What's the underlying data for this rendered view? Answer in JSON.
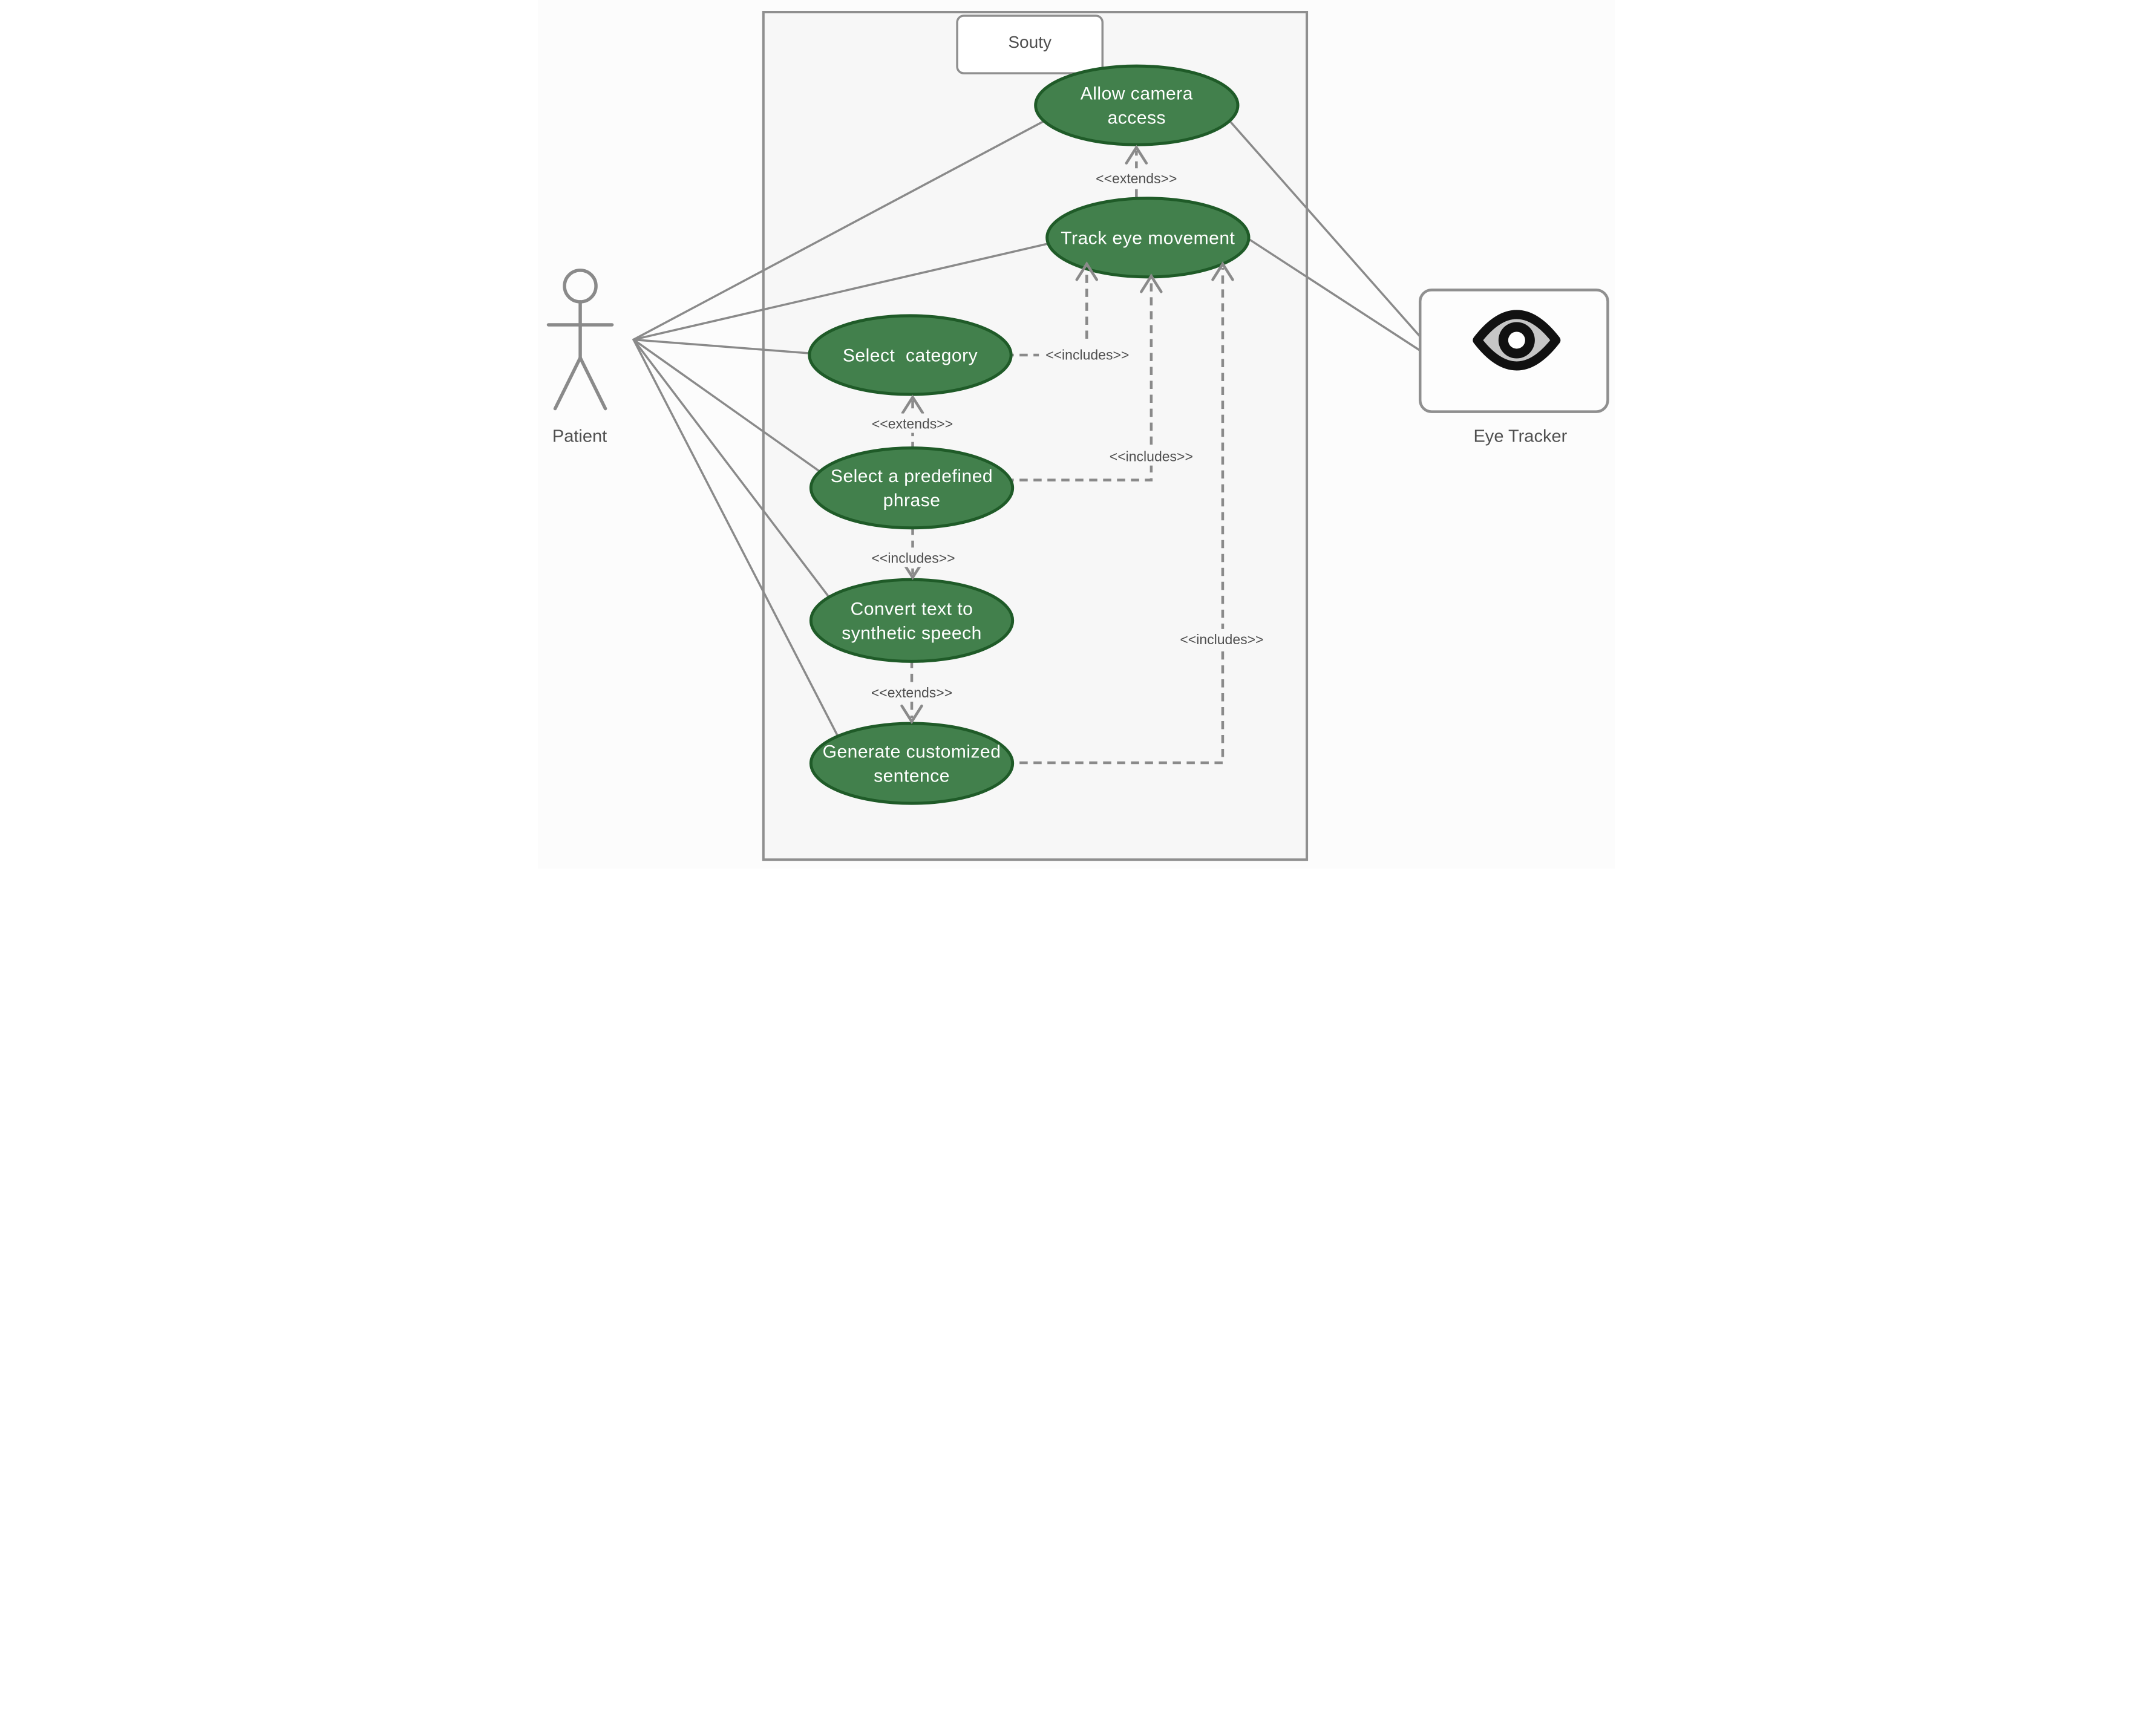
{
  "diagram": {
    "type": "uml-use-case-diagram",
    "system": {
      "title": "Souty"
    },
    "actors": [
      {
        "id": "patient",
        "name": "Patient",
        "kind": "stick-figure"
      },
      {
        "id": "eye-tracker",
        "name": "Eye Tracker",
        "kind": "device",
        "icon": "eye-icon"
      }
    ],
    "use_cases": [
      {
        "id": "allow-camera-access",
        "label": "Allow camera access",
        "lines": [
          "Allow camera",
          "access"
        ]
      },
      {
        "id": "track-eye-movement",
        "label": "Track eye movement",
        "lines": [
          "Track eye movement"
        ]
      },
      {
        "id": "select-category",
        "label": "Select  category",
        "lines": [
          "Select  category"
        ]
      },
      {
        "id": "select-predefined-phrase",
        "label": "Select a predefined phrase",
        "lines": [
          "Select a predefined",
          "phrase"
        ]
      },
      {
        "id": "convert-text-to-speech",
        "label": "Convert text to synthetic speech",
        "lines": [
          "Convert text to",
          "synthetic speech"
        ]
      },
      {
        "id": "generate-customized-sentence",
        "label": "Generate customized sentence",
        "lines": [
          "Generate customized",
          "sentence"
        ]
      }
    ],
    "relationships": [
      {
        "from": "track-eye-movement",
        "to": "allow-camera-access",
        "type": "extends",
        "label": "<<extends>>"
      },
      {
        "from": "select-category",
        "to": "track-eye-movement",
        "type": "includes",
        "label": "<<includes>>"
      },
      {
        "from": "select-predefined-phrase",
        "to": "select-category",
        "type": "extends",
        "label": "<<extends>>"
      },
      {
        "from": "select-predefined-phrase",
        "to": "track-eye-movement",
        "type": "includes",
        "label": "<<includes>>"
      },
      {
        "from": "select-predefined-phrase",
        "to": "convert-text-to-speech",
        "type": "includes",
        "label": "<<includes>>"
      },
      {
        "from": "convert-text-to-speech",
        "to": "generate-customized-sentence",
        "type": "extends",
        "label": "<<extends>>"
      },
      {
        "from": "generate-customized-sentence",
        "to": "track-eye-movement",
        "type": "includes",
        "label": "<<includes>>"
      }
    ],
    "associations": [
      {
        "from": "patient",
        "to": "allow-camera-access"
      },
      {
        "from": "patient",
        "to": "track-eye-movement"
      },
      {
        "from": "patient",
        "to": "select-category"
      },
      {
        "from": "patient",
        "to": "select-predefined-phrase"
      },
      {
        "from": "patient",
        "to": "convert-text-to-speech"
      },
      {
        "from": "patient",
        "to": "generate-customized-sentence"
      },
      {
        "from": "eye-tracker",
        "to": "allow-camera-access"
      },
      {
        "from": "eye-tracker",
        "to": "track-eye-movement"
      }
    ],
    "colors": {
      "background": "#fcfcfc",
      "system_fill": "#f7f7f7",
      "system_border": "#8f8f8f",
      "use_case_fill": "#42804c",
      "use_case_border": "#1f5b28",
      "use_case_text": "#ffffff",
      "line": "#8a8a8a",
      "label_text": "#4f4f4f",
      "title_text": "#4f4f4f",
      "actor": "#8a8a8a",
      "eye_icon": "#111111",
      "eye_sclera": "#c6c6c6"
    }
  }
}
